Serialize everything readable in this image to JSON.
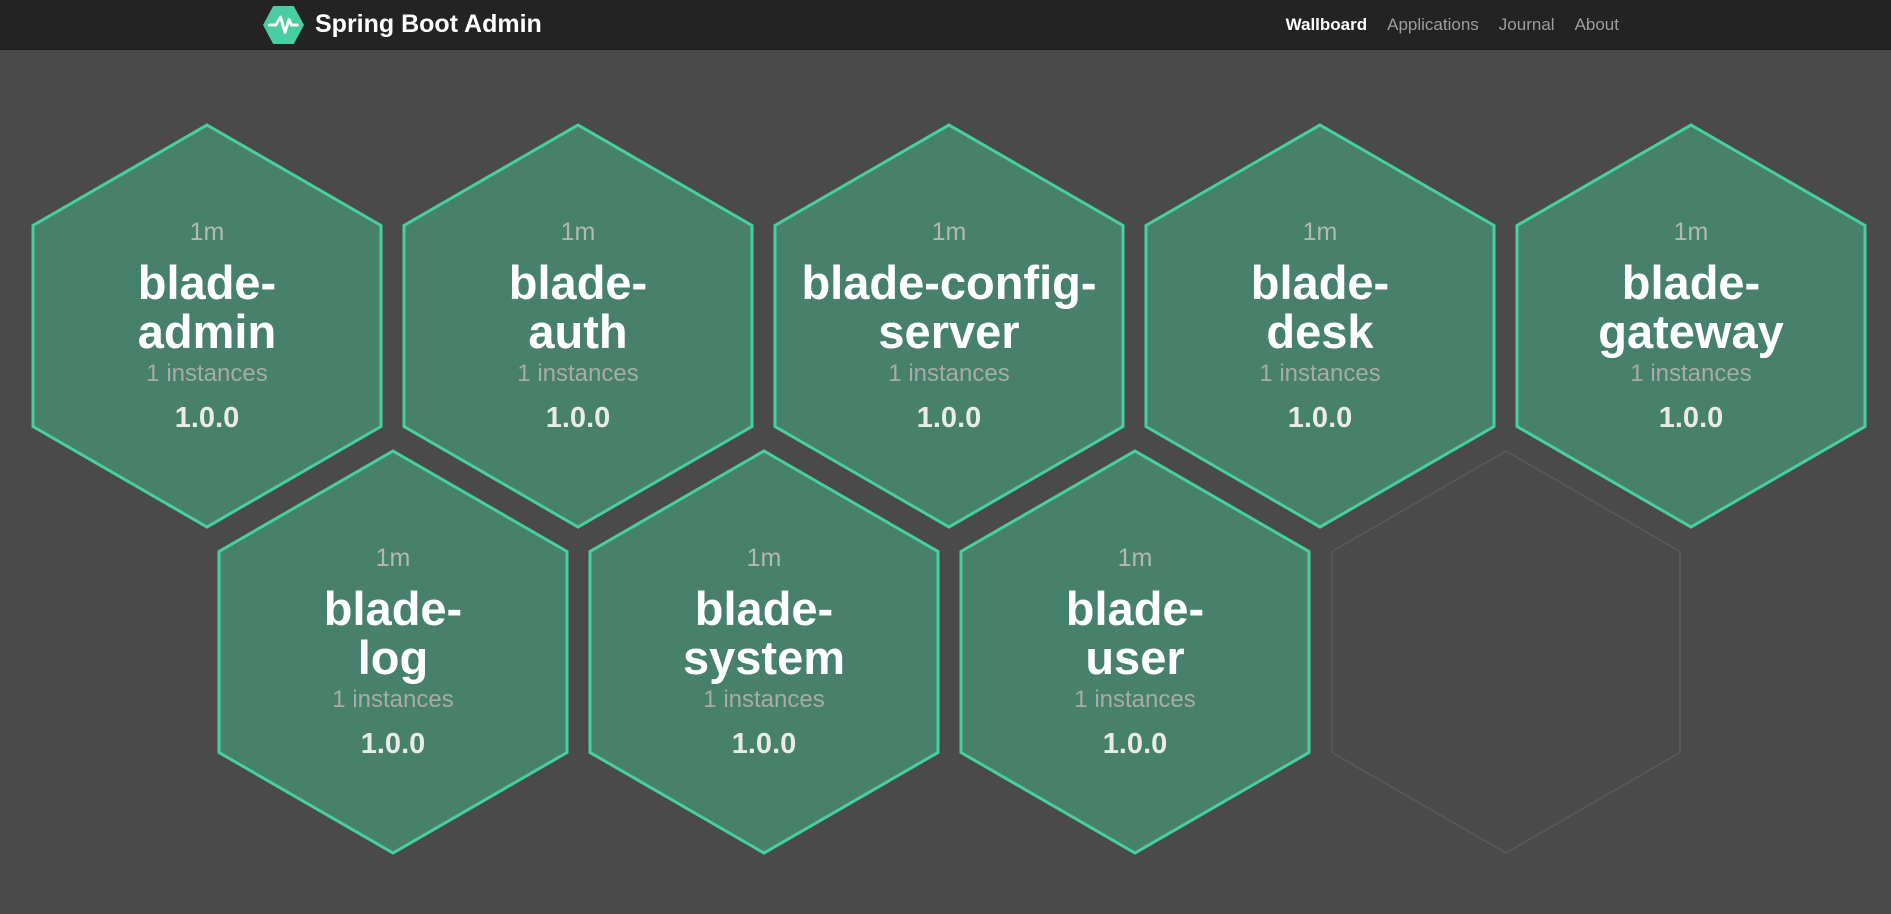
{
  "navbar": {
    "brand": "Spring Boot Admin",
    "items": [
      {
        "label": "Wallboard",
        "active": true
      },
      {
        "label": "Applications",
        "active": false
      },
      {
        "label": "Journal",
        "active": false
      },
      {
        "label": "About",
        "active": false
      }
    ]
  },
  "wallboard": {
    "apps": [
      {
        "name": "blade-admin",
        "uptime": "1m",
        "instances": "1 instances",
        "version": "1.0.0",
        "status": "up"
      },
      {
        "name": "blade-auth",
        "uptime": "1m",
        "instances": "1 instances",
        "version": "1.0.0",
        "status": "up"
      },
      {
        "name": "blade-config-server",
        "uptime": "1m",
        "instances": "1 instances",
        "version": "1.0.0",
        "status": "up"
      },
      {
        "name": "blade-desk",
        "uptime": "1m",
        "instances": "1 instances",
        "version": "1.0.0",
        "status": "up"
      },
      {
        "name": "blade-gateway",
        "uptime": "1m",
        "instances": "1 instances",
        "version": "1.0.0",
        "status": "up"
      },
      {
        "name": "blade-log",
        "uptime": "1m",
        "instances": "1 instances",
        "version": "1.0.0",
        "status": "up"
      },
      {
        "name": "blade-system",
        "uptime": "1m",
        "instances": "1 instances",
        "version": "1.0.0",
        "status": "up"
      },
      {
        "name": "blade-user",
        "uptime": "1m",
        "instances": "1 instances",
        "version": "1.0.0",
        "status": "up"
      }
    ],
    "empty_slots": 1
  },
  "colors": {
    "background": "#4a4a4a",
    "navbar_bg": "#232323",
    "brand_logo": "#49cda3",
    "nav_link": "#9d9d9d",
    "nav_link_active": "#ffffff",
    "hex_fill": "#47806b",
    "hex_border": "#46d09e",
    "empty_hex_border": "#595959"
  }
}
